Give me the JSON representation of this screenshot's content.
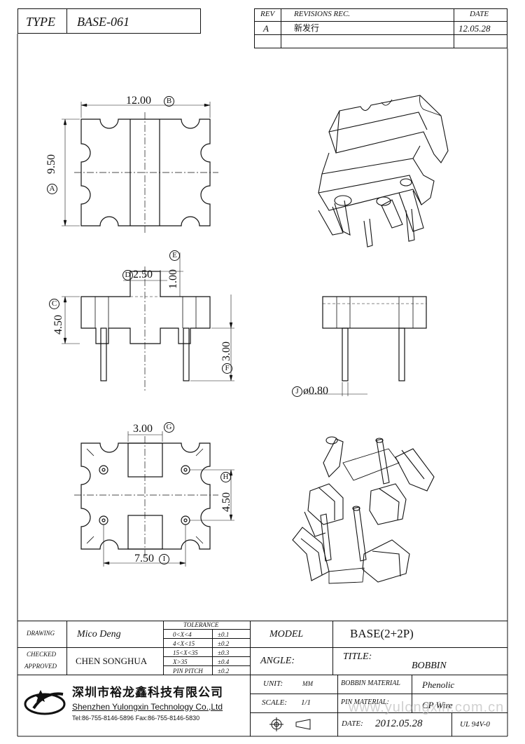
{
  "header": {
    "type_label": "TYPE",
    "type_value": "BASE-061",
    "rev_label": "REV",
    "revisions_label": "REVISIONS REC.",
    "date_label": "DATE",
    "rev_value": "A",
    "revision_note": "新发行",
    "rev_date": "12.05.28"
  },
  "dims": {
    "top_width": "12.00",
    "top_width_tag": "B",
    "top_height": "9.50",
    "top_height_tag": "A",
    "front_step_w": "2.50",
    "front_step_w_tag": "D",
    "front_step_h": "1.00",
    "front_step_h_tag": "E",
    "front_height": "4.50",
    "front_height_tag": "C",
    "pin_length": "3.00",
    "pin_length_tag": "F",
    "pin_dia": "ø0.80",
    "pin_dia_tag": "J",
    "bottom_slot_w": "3.00",
    "bottom_slot_w_tag": "G",
    "bottom_pitch_v": "4.50",
    "bottom_pitch_v_tag": "H",
    "bottom_pitch_h": "7.50",
    "bottom_pitch_h_tag": "I"
  },
  "titleblock": {
    "drawing_label": "DRAWING",
    "drawing_value": "Mico Deng",
    "checked_label": "CHECKED",
    "approved_label": "APPROVED",
    "checked_value": "CHEN SONGHUA",
    "tolerance_label": "TOLERANCE",
    "tolerances": [
      {
        "range": "0<X<4",
        "value": "±0.1"
      },
      {
        "range": "4<X<15",
        "value": "±0.2"
      },
      {
        "range": "15<X<35",
        "value": "±0.3"
      },
      {
        "range": "X>35",
        "value": "±0.4"
      },
      {
        "range": "PIN PITCH",
        "value": "±0.2"
      }
    ],
    "model_label": "MODEL",
    "model_value": "BASE(2+2P)",
    "angle_label": "ANGLE:",
    "title_label": "TITLE:",
    "title_value": "BOBBIN",
    "unit_label": "UNIT:",
    "unit_value": "MM",
    "bobbin_material_label": "BOBBIN MATERIAL",
    "bobbin_material_value": "Phenolic",
    "scale_label": "SCALE:",
    "scale_value": "1/1",
    "pin_material_label": "PIN MATERIAL:",
    "pin_material_value": "CP Wire",
    "date_label": "DATE:",
    "date_value": "2012.05.28",
    "ul_value": "UL 94V-0",
    "company_cn": "深圳市裕龙鑫科技有限公司",
    "company_en": "Shenzhen Yulongxin Technology Co.,Ltd",
    "company_tel": "Tel:86-755-8146-5896  Fax:86-755-8146-5830",
    "watermark": "www.yulongxin.com.cn"
  }
}
